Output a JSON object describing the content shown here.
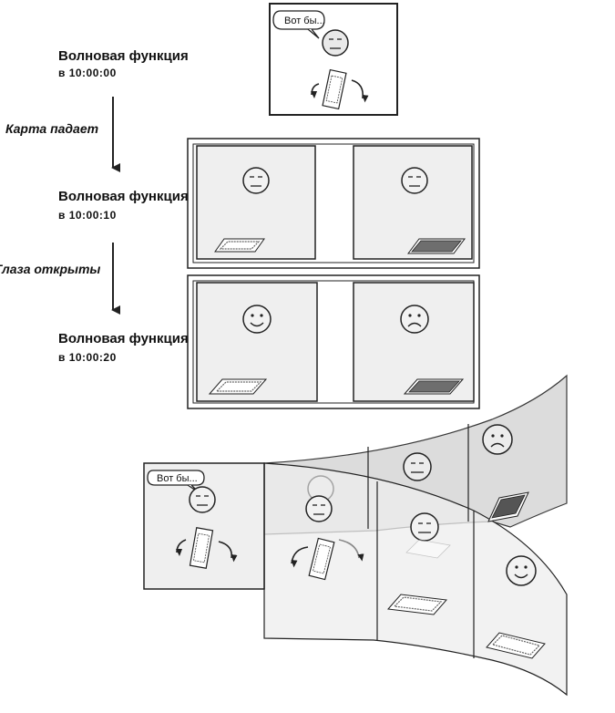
{
  "labels": {
    "state1_title": "Волновая функция",
    "state1_time": "в 10:00:00",
    "step1": "Карта падает",
    "state2_title": "Волновая функция",
    "state2_time": "в 10:00:10",
    "step2": "Глаза открыты",
    "state3_title": "Волновая функция",
    "state3_time": "в 10:00:20"
  },
  "bubble": {
    "top": "Вот бы...",
    "strip": "Вот бы..."
  },
  "icons": {
    "neutral_face": "neutral-face-icon",
    "happy_face": "happy-face-icon",
    "sad_face": "sad-face-icon",
    "card_face_up": "playing-card-face-up-icon",
    "card_face_down": "playing-card-face-down-icon",
    "arrows": "curved-arrow-icon"
  },
  "colors": {
    "panel_fill": "#efefef",
    "stroke": "#222222",
    "card_back": "#6e6e6e"
  }
}
